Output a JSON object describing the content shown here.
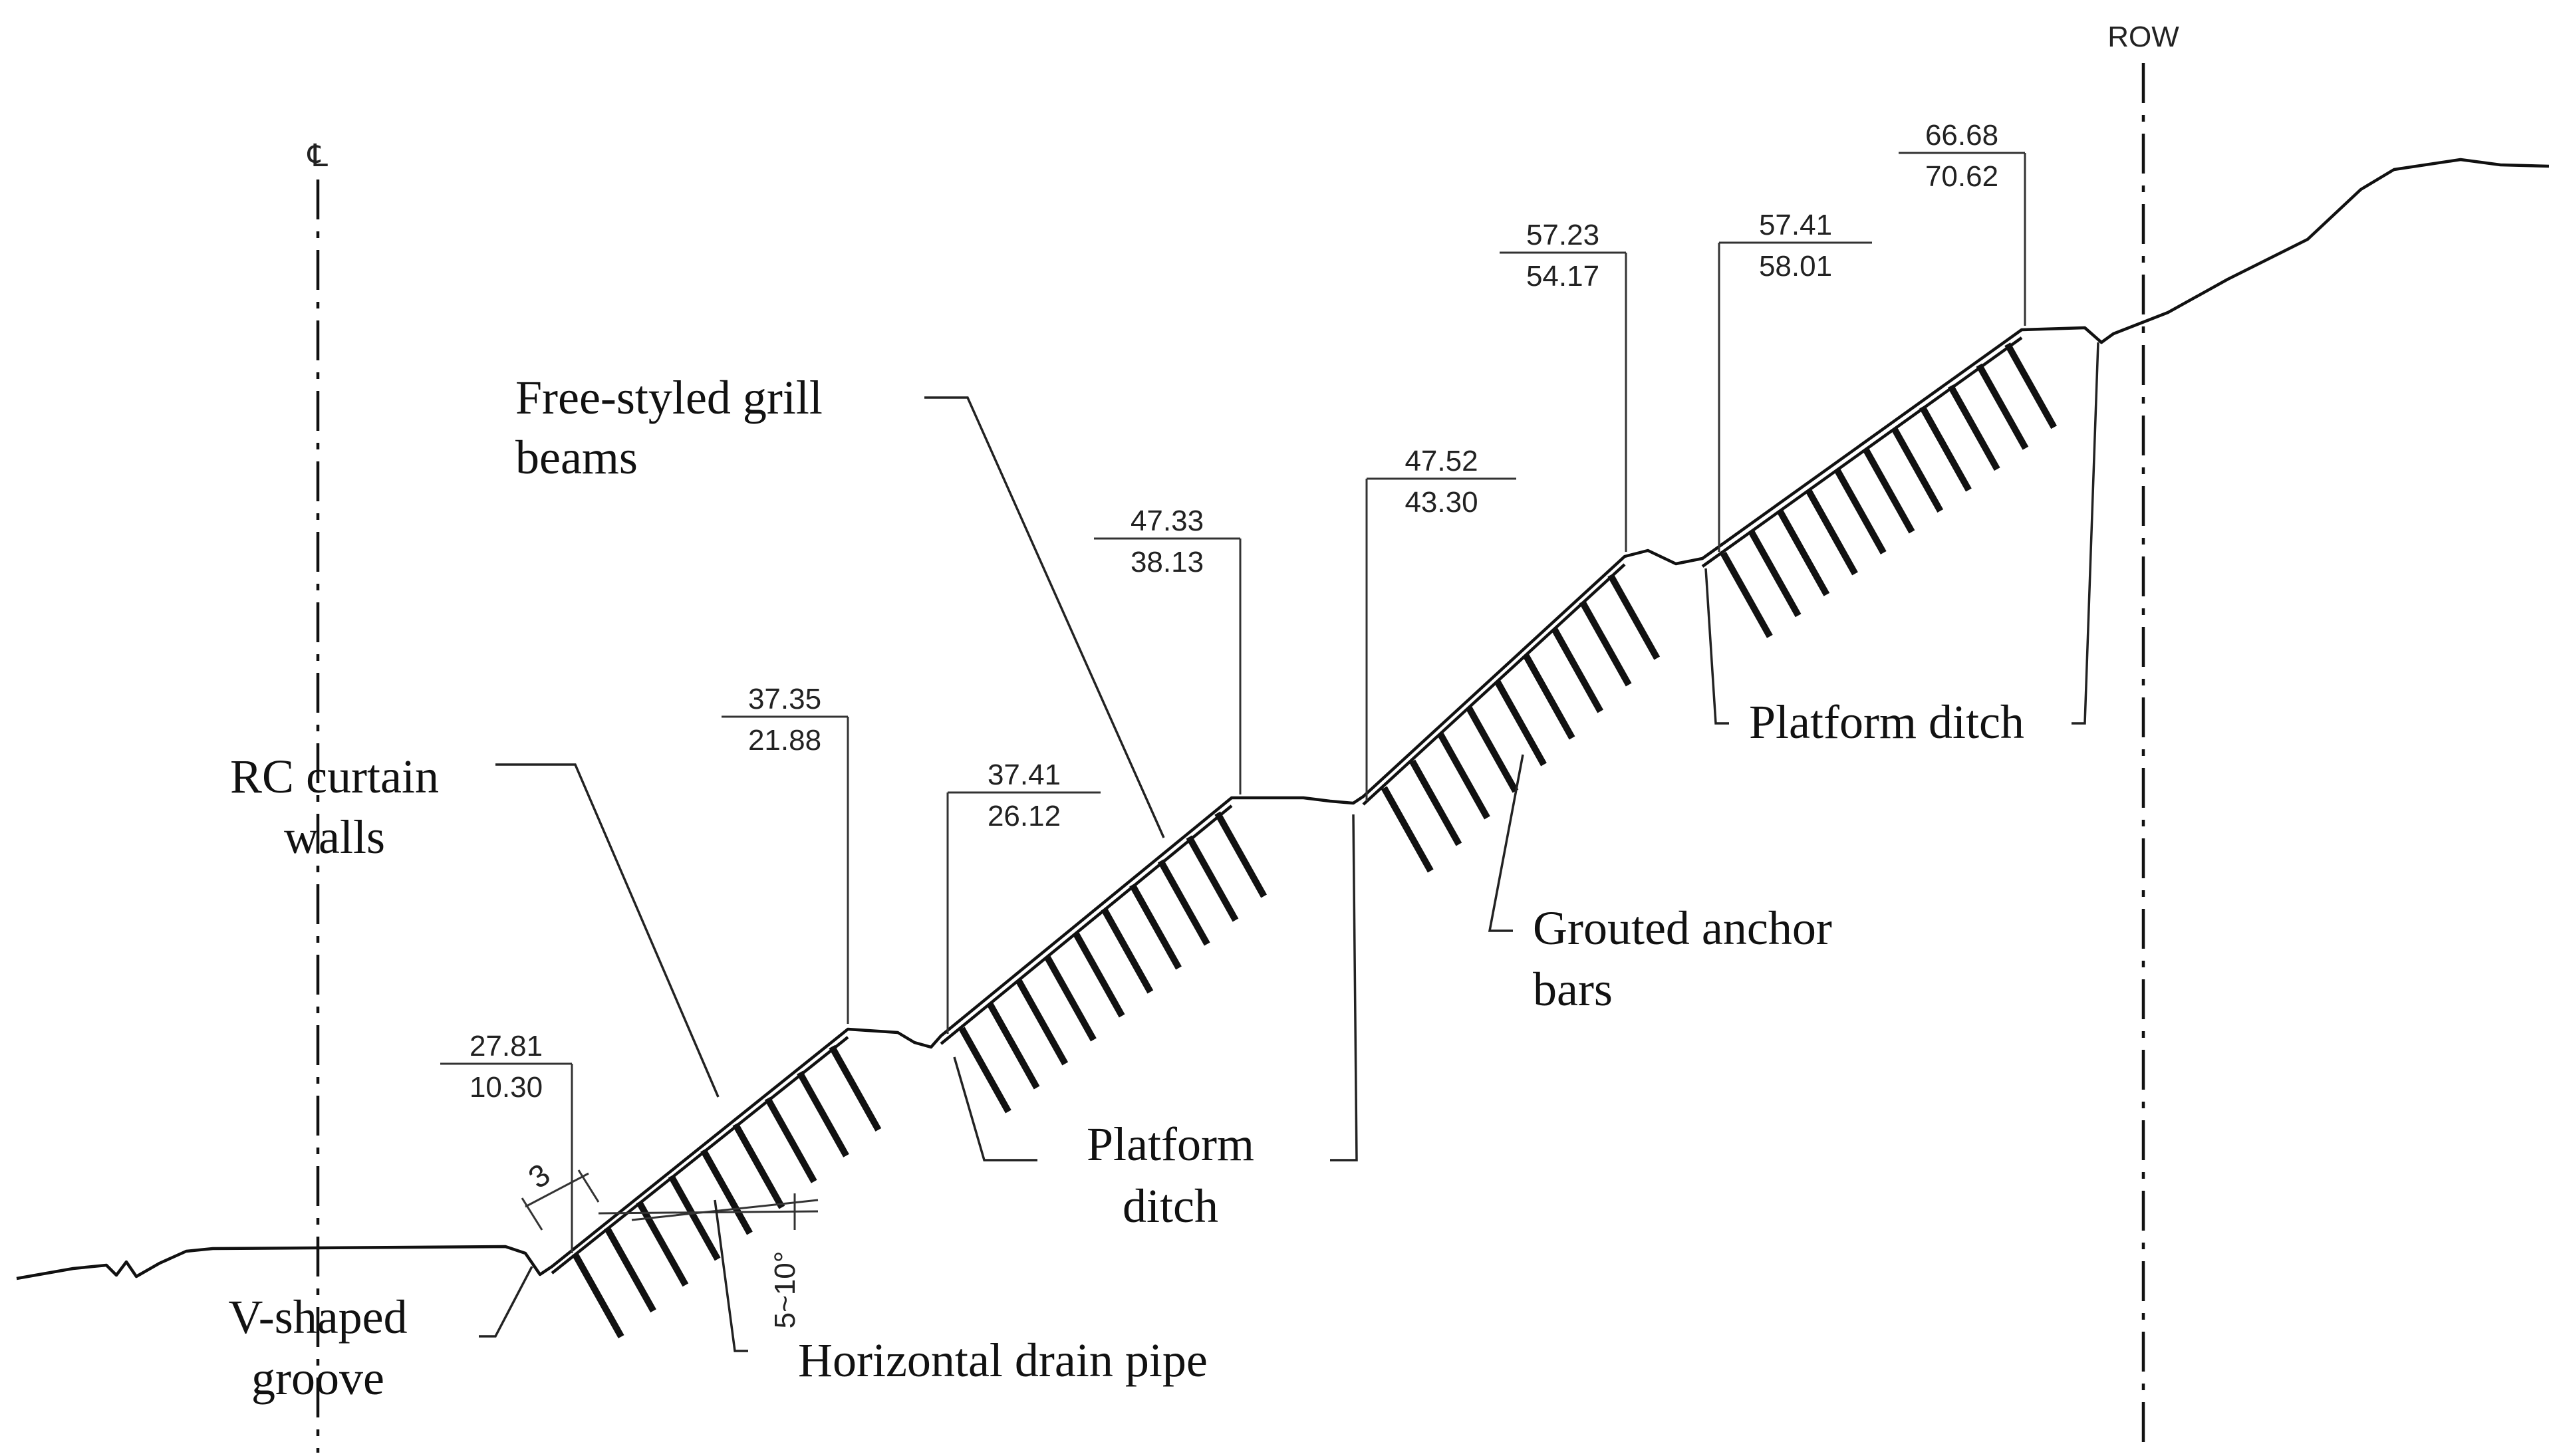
{
  "centerline": {
    "symbol": "℄"
  },
  "row": {
    "label": "ROW"
  },
  "labels": {
    "grill_beams": [
      "Free-styled grill",
      "beams"
    ],
    "rc_curtain_walls": [
      "RC curtain",
      "walls"
    ],
    "v_groove": [
      "V-shaped",
      "groove"
    ],
    "drain_pipe": "Horizontal drain pipe",
    "platform_ditch_lower": [
      "Platform",
      "ditch"
    ],
    "grouted_anchor": [
      "Grouted anchor",
      "bars"
    ],
    "platform_ditch_upper": "Platform ditch"
  },
  "elevations": [
    {
      "id": "e1",
      "top": "27.81",
      "bottom": "10.30"
    },
    {
      "id": "e2",
      "top": "37.35",
      "bottom": "21.88"
    },
    {
      "id": "e3",
      "top": "37.41",
      "bottom": "26.12"
    },
    {
      "id": "e4",
      "top": "47.33",
      "bottom": "38.13"
    },
    {
      "id": "e5",
      "top": "47.52",
      "bottom": "43.30"
    },
    {
      "id": "e6",
      "top": "57.23",
      "bottom": "54.17"
    },
    {
      "id": "e7",
      "top": "57.41",
      "bottom": "58.01"
    },
    {
      "id": "e8",
      "top": "66.68",
      "bottom": "70.62"
    }
  ],
  "dimensions": {
    "thickness": "3",
    "angle": "5~10°"
  }
}
